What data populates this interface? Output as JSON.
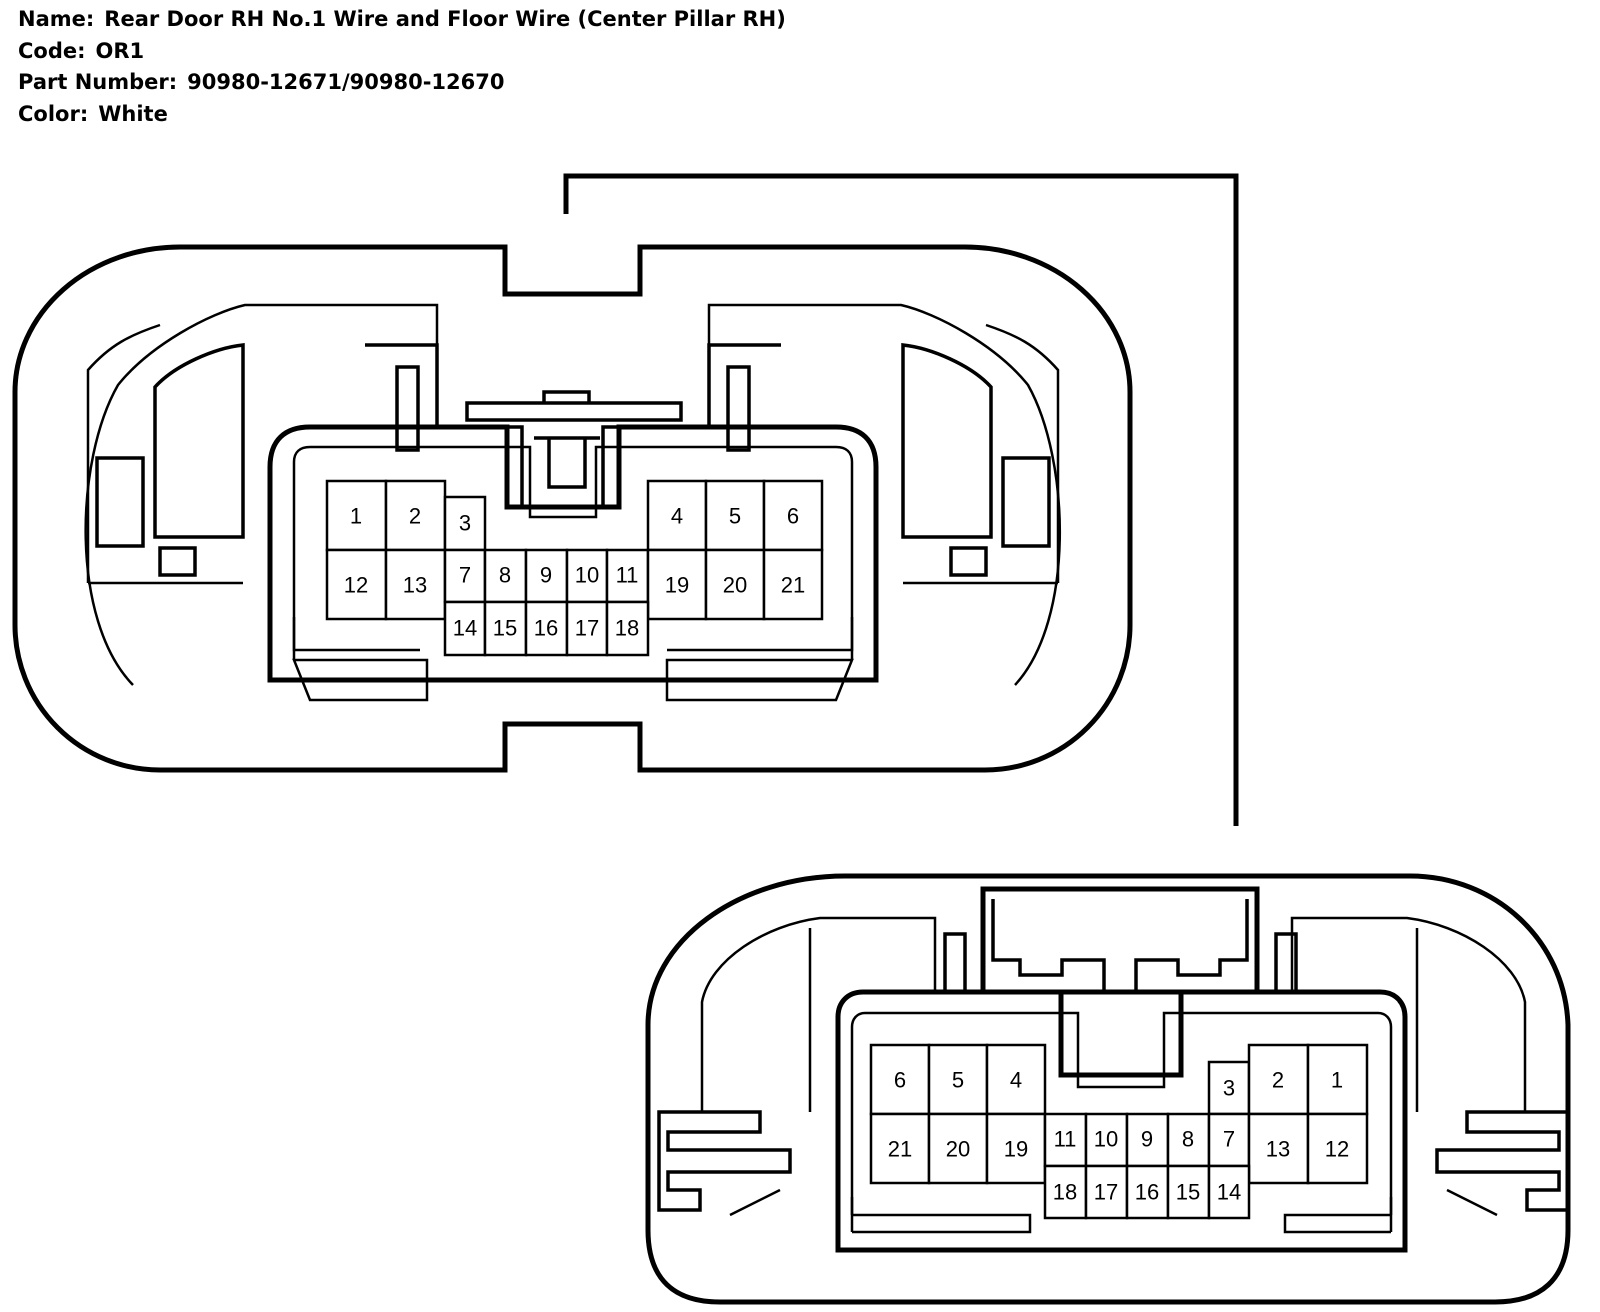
{
  "info": {
    "name_label": "Name:",
    "name": "Rear Door RH No.1 Wire and Floor Wire (Center Pillar RH)",
    "code_label": "Code:",
    "code": "OR1",
    "part_label": "Part Number:",
    "part": "90980-12671/90980-12670",
    "color_label": "Color:",
    "color": "White"
  },
  "connector_top_pins": [
    "1",
    "2",
    "3",
    "4",
    "5",
    "6",
    "12",
    "13",
    "7",
    "8",
    "9",
    "10",
    "11",
    "19",
    "20",
    "21",
    "14",
    "15",
    "16",
    "17",
    "18"
  ],
  "connector_bottom_pins": [
    "6",
    "5",
    "4",
    "3",
    "2",
    "1",
    "21",
    "20",
    "19",
    "11",
    "10",
    "9",
    "8",
    "7",
    "13",
    "12",
    "18",
    "17",
    "16",
    "15",
    "14"
  ]
}
